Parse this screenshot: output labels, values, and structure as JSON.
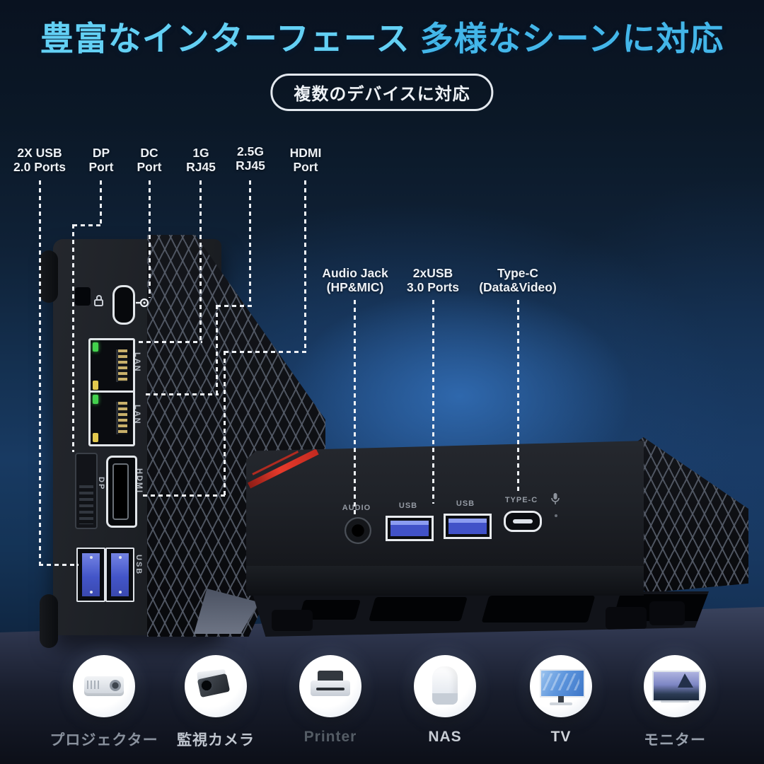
{
  "page": {
    "title_part1": "豊富なインターフェース",
    "title_part2": "多様なシーンに対応",
    "badge": "複数のデバイスに対応"
  },
  "rear_ports": {
    "labels": [
      {
        "line1": "2X USB",
        "line2": "2.0 Ports"
      },
      {
        "line1": "DP",
        "line2": "Port"
      },
      {
        "line1": "DC",
        "line2": "Port"
      },
      {
        "line1": "1G",
        "line2": "RJ45"
      },
      {
        "line1": "2.5G",
        "line2": "RJ45"
      },
      {
        "line1": "HDMI",
        "line2": "Port"
      }
    ],
    "prints": {
      "lan1": "LAN",
      "lan2": "LAN",
      "dp": "DP",
      "hdmi": "HDMI",
      "usb": "USB"
    }
  },
  "front_ports": {
    "labels": [
      {
        "line1": "Audio Jack",
        "line2": "(HP&MIC)"
      },
      {
        "line1": "2xUSB",
        "line2": "3.0 Ports"
      },
      {
        "line1": "Type-C",
        "line2": "(Data&Video)"
      }
    ],
    "prints": {
      "audio": "AUDIO",
      "usb1": "USB",
      "usb2": "USB",
      "typec": "TYPE-C"
    }
  },
  "compatible_devices": [
    {
      "label": "プロジェクター",
      "label_color": "#8a929e"
    },
    {
      "label": "監視カメラ",
      "label_color": "#c0c6cf"
    },
    {
      "label": "Printer",
      "label_color": "#555d66"
    },
    {
      "label": "NAS",
      "label_color": "#c9ced6"
    },
    {
      "label": "TV",
      "label_color": "#d3d7dd"
    },
    {
      "label": "モニター",
      "label_color": "#99a1ad"
    }
  ],
  "colors": {
    "title_primary": "#63d0f4",
    "title_secondary": "#43b6e9",
    "label_white": "#edf1f6",
    "accent_red": "#e63a2b",
    "usb_blue": "#4355c8",
    "led_green": "#43d24d",
    "led_amber": "#e3c94e",
    "background_blue": "#306ab0",
    "background_dark": "#091220"
  }
}
